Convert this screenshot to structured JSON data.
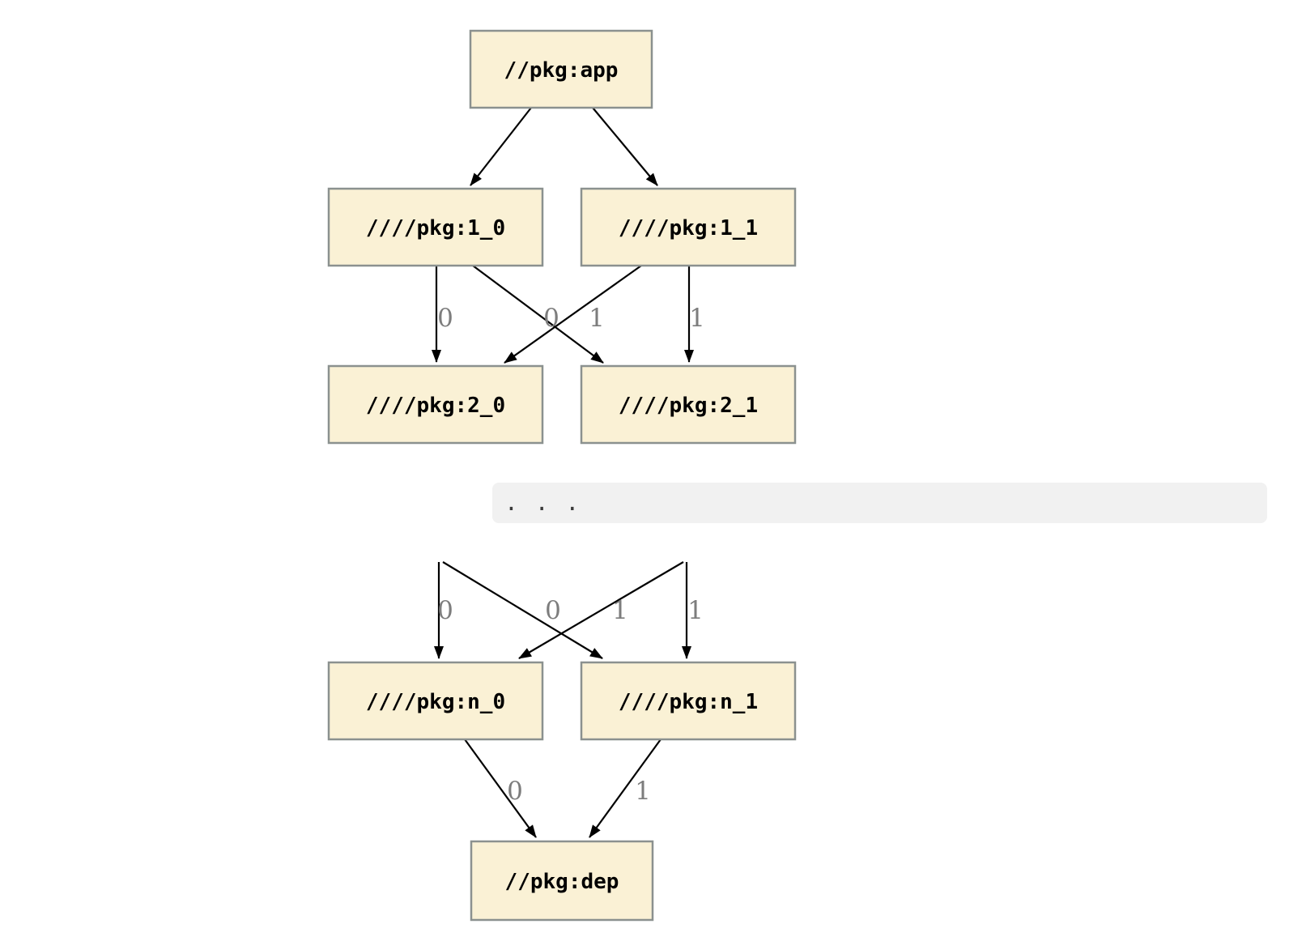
{
  "diagram": {
    "nodes": {
      "app": "//pkg:app",
      "v1_0": "////pkg:1_0",
      "v1_1": "////pkg:1_1",
      "v2_0": "////pkg:2_0",
      "v2_1": "////pkg:2_1",
      "vn_0": "////pkg:n_0",
      "vn_1": "////pkg:n_1",
      "dep": "//pkg:dep"
    },
    "ellipsis": ". . .",
    "edge_labels": {
      "tier1": [
        "0",
        "0",
        "1",
        "1"
      ],
      "tier2": [
        "0",
        "0",
        "1",
        "1"
      ],
      "tier3": [
        "0",
        "1"
      ]
    },
    "colors": {
      "node_fill": "#FAF1D5",
      "node_border": "#8B918F",
      "edge": "#000000",
      "edge_label": "#7D7D7D",
      "ellipsis_bar": "#F1F1F1",
      "ellipsis_text": "#3A3A3A",
      "background": "#FFFFFF"
    }
  }
}
